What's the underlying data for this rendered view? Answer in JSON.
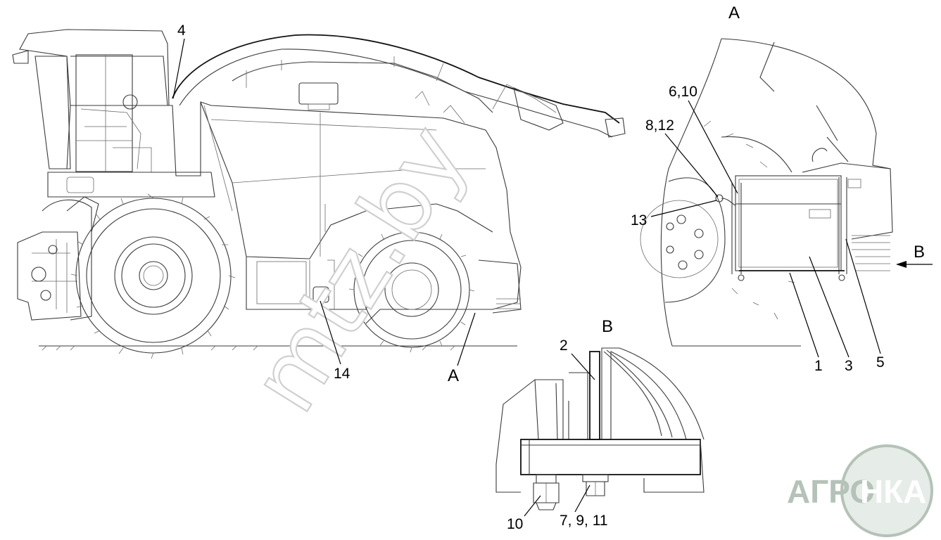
{
  "views": {
    "main_section_a": "A",
    "detail_a_title": "A",
    "detail_b_title": "B",
    "arrow_b": "B"
  },
  "callouts": {
    "c4": "4",
    "c14": "14",
    "c6_10": "6,10",
    "c8_12": "8,12",
    "c13": "13",
    "c1": "1",
    "c3": "3",
    "c5": "5",
    "c2": "2",
    "c10": "10",
    "c7_9_11": "7, 9, 11"
  },
  "watermark": {
    "text": "mtz.by",
    "color": "#cfcfcf"
  },
  "logo": {
    "text_left": "АГРО",
    "text_right": "НКА",
    "color": "#b5c2b8"
  },
  "colors": {
    "line": "#3a3a3a",
    "background": "#ffffff"
  }
}
